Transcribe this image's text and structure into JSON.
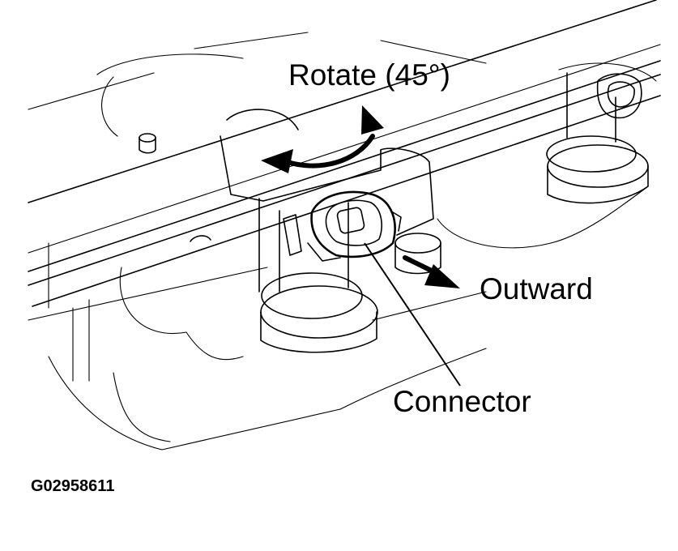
{
  "diagram": {
    "labels": {
      "rotate": "Rotate (45°)",
      "outward": "Outward",
      "connector": "Connector"
    },
    "figure_code": "G02958611"
  },
  "colors": {
    "line": "#000000",
    "background": "#ffffff"
  }
}
